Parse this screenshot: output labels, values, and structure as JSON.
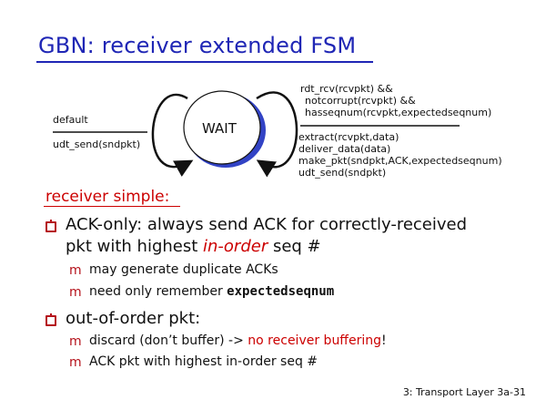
{
  "title": "GBN: receiver extended FSM",
  "fsm": {
    "state": "WAIT",
    "default_event": "default",
    "default_action": "udt_send(sndpkt)",
    "event_lines": [
      "rdt_rcv(rcvpkt) &&",
      "notcorrupt(rcvpkt)  &&",
      "hasseqnum(rcvpkt,expectedseqnum)"
    ],
    "action_lines": [
      "extract(rcvpkt,data)",
      "deliver_data(data)",
      "make_pkt(sndpkt,ACK,expectedseqnum)",
      "udt_send(sndpkt)"
    ]
  },
  "section": {
    "heading": "receiver simple:",
    "bullet1": {
      "line1": "ACK-only: always send ACK for correctly-received",
      "line2_pre": "pkt with highest ",
      "line2_em": "in-order",
      "line2_post": " seq #",
      "subs": [
        "may generate duplicate ACKs",
        "need only remember "
      ],
      "mono_term": "expectedseqnum"
    },
    "bullet2": {
      "text": "out-of-order pkt:",
      "sub1_pre": "discard (don’t buffer) -> ",
      "sub1_red": "no receiver buffering",
      "sub1_post": "!",
      "sub2": "ACK pkt with highest in-order seq #"
    }
  },
  "footer": "3: Transport Layer   3a-31"
}
